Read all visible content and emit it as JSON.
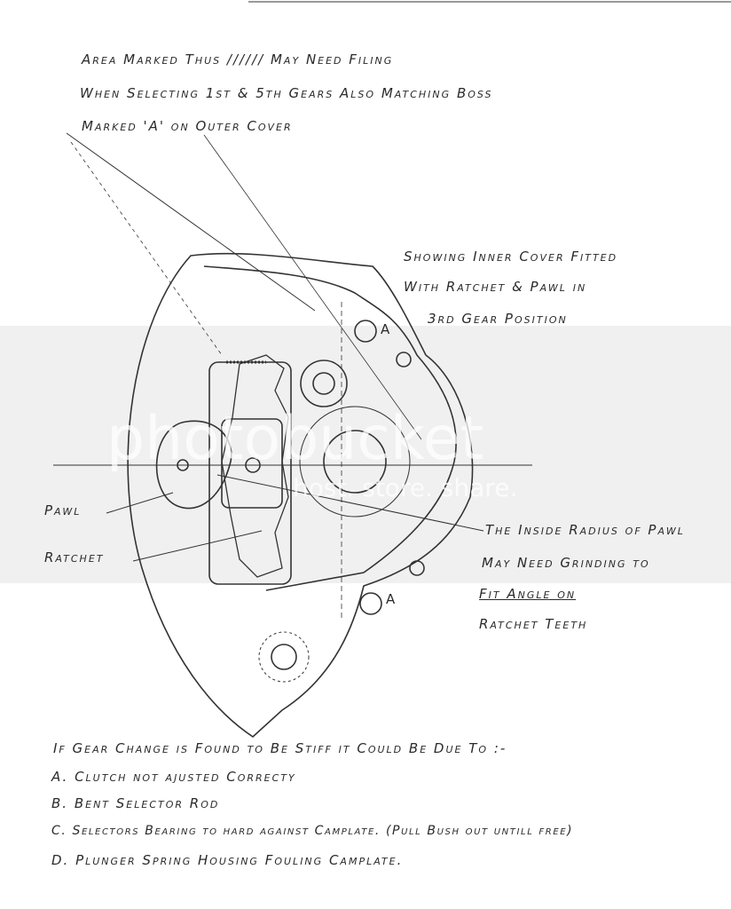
{
  "header_note": {
    "line1": "Area Marked Thus ////// May Need Filing",
    "line2": "When Selecting 1st & 5th Gears Also Matching Boss",
    "line3": "Marked 'A' on Outer Cover"
  },
  "caption": {
    "line1": "Showing Inner Cover Fitted",
    "line2": "With Ratchet & Pawl in",
    "line3": "3rd Gear Position"
  },
  "labels": {
    "pawl": "Pawl",
    "ratchet": "Ratchet",
    "boss_a_top": "A",
    "boss_a_bottom": "A"
  },
  "pawl_note": {
    "line1": "The Inside Radius of Pawl",
    "line2": "May Need Grinding to",
    "line3": "Fit Angle on",
    "line4": "Ratchet Teeth"
  },
  "causes": {
    "heading": "If Gear Change is Found to Be Stiff it Could Be Due To :-",
    "items": [
      "A. Clutch not ajusted Correcty",
      "B. Bent Selector Rod",
      "C. Selectors Bearing to hard against Camplate. (Pull Bush out untill free)",
      "D. Plunger Spring Housing Fouling Camplate."
    ]
  },
  "watermark": {
    "brand": "photobucket",
    "tagline": "host. store. share."
  }
}
